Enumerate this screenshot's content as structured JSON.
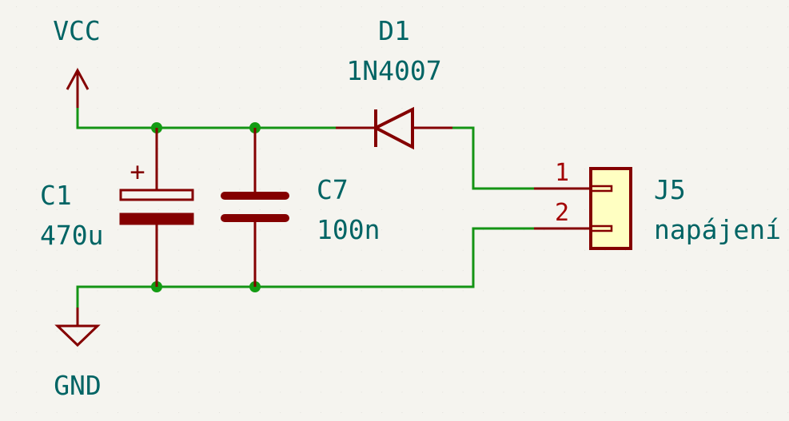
{
  "colors": {
    "background": "#f5f4ef",
    "grid": "#d3d2cc",
    "wire": "#149414",
    "junction": "#139c13",
    "component": "#840000",
    "text": "#006464",
    "pin_text": "#a30000",
    "connector_fill": "#ffffc2"
  },
  "power": {
    "vcc": {
      "label": "VCC"
    },
    "gnd": {
      "label": "GND"
    }
  },
  "components": {
    "c1": {
      "ref": "C1",
      "value": "470u",
      "polarity_mark": "+"
    },
    "c7": {
      "ref": "C7",
      "value": "100n"
    },
    "d1": {
      "ref": "D1",
      "value": "1N4007"
    },
    "j5": {
      "ref": "J5",
      "value": "napájení",
      "pins": [
        "1",
        "2"
      ]
    }
  }
}
